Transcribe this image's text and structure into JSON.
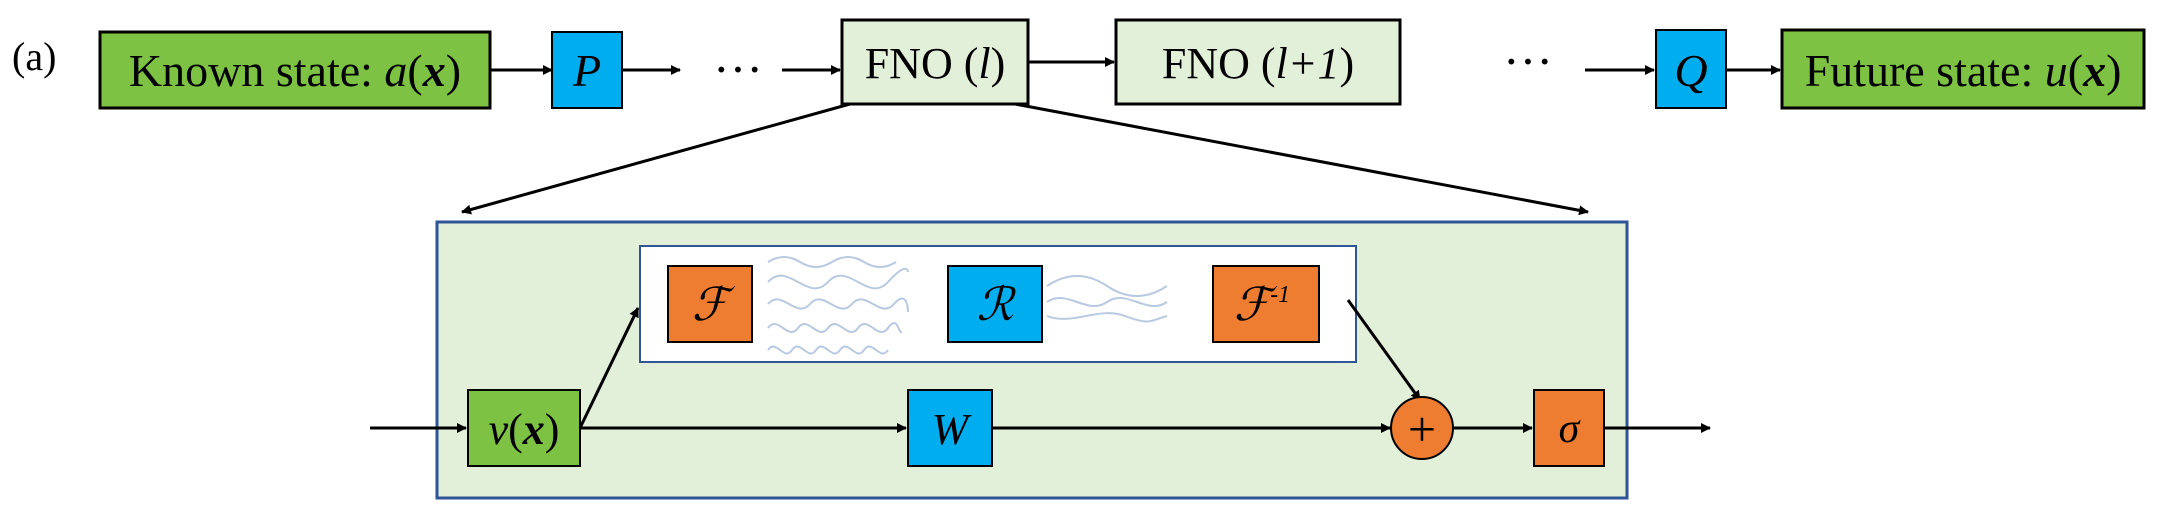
{
  "panel_label": "(a)",
  "top_row": {
    "known_state": {
      "text": "Known state: ",
      "func": "a",
      "arg": "x"
    },
    "lift": "P",
    "ellipsis_left": "···",
    "fno_l": {
      "text": "FNO (",
      "var": "l",
      "close": ")"
    },
    "fno_l1": {
      "text": "FNO (",
      "var": "l+1",
      "close": ")"
    },
    "ellipsis_right": "···",
    "project": "Q",
    "future_state": {
      "text": "Future state: ",
      "func": "u",
      "arg": "x"
    }
  },
  "fno_layer": {
    "input": {
      "func": "v",
      "arg": "x"
    },
    "fourier": "ℱ",
    "spectral_weights": "ℛ",
    "inverse_fourier": {
      "base": "ℱ",
      "sup": "-1"
    },
    "linear": "W",
    "sum": "+",
    "activation": "σ"
  },
  "colors": {
    "green_box": "#7dc242",
    "blue_box": "#00aeef",
    "orange_box": "#ee7d31",
    "pale_green": "#e2efd9",
    "panel_border": "#2f5597",
    "wave": "#b8c9e0"
  }
}
